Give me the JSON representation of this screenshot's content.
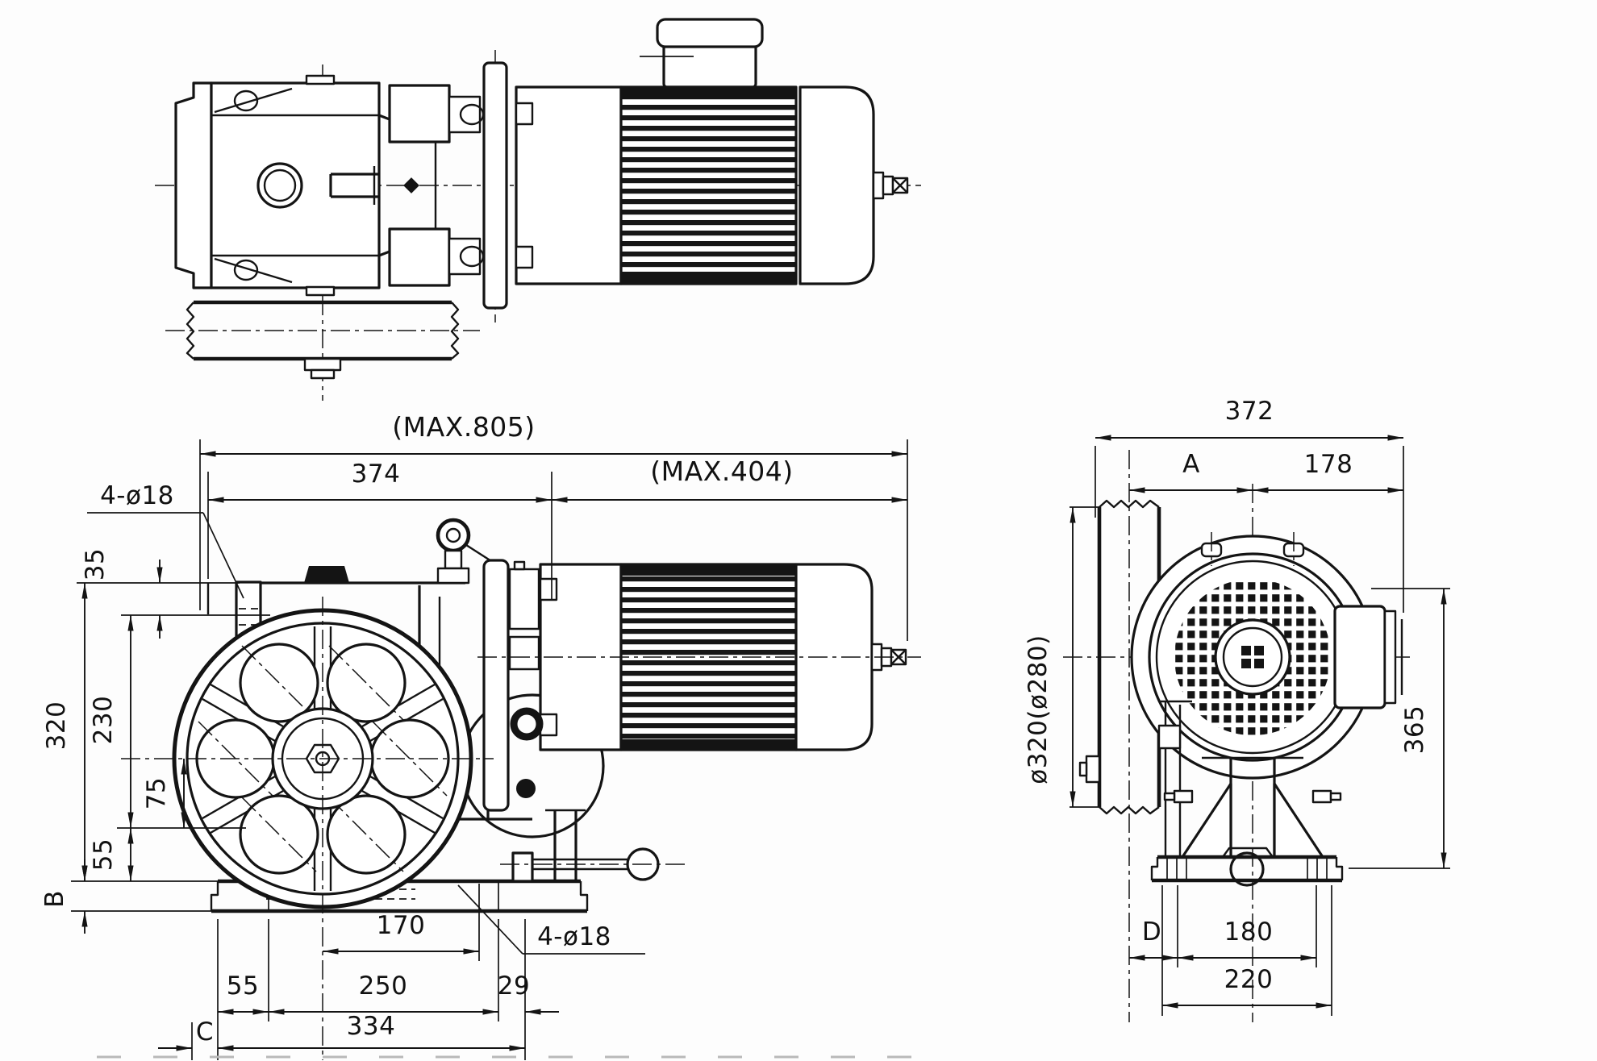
{
  "front_view": {
    "dim_max_overall": "(MAX.805)",
    "dim_gear_unit_length": "374",
    "dim_max_motor_length": "(MAX.404)",
    "label_holes_top": "4-ø18",
    "label_holes_bottom": "4-ø18",
    "dim_35": "35",
    "dim_320": "320",
    "dim_230": "230",
    "dim_75": "75",
    "dim_55_left": "55",
    "dim_B": "B",
    "dim_170": "170",
    "dim_55_bottom": "55",
    "dim_250": "250",
    "dim_29": "29",
    "dim_334": "334",
    "dim_C": "C"
  },
  "side_view": {
    "dim_372": "372",
    "dim_A": "A",
    "dim_178": "178",
    "dim_sheave_diameter": "ø320(ø280)",
    "dim_365": "365",
    "dim_D": "D",
    "dim_180": "180",
    "dim_220": "220"
  }
}
